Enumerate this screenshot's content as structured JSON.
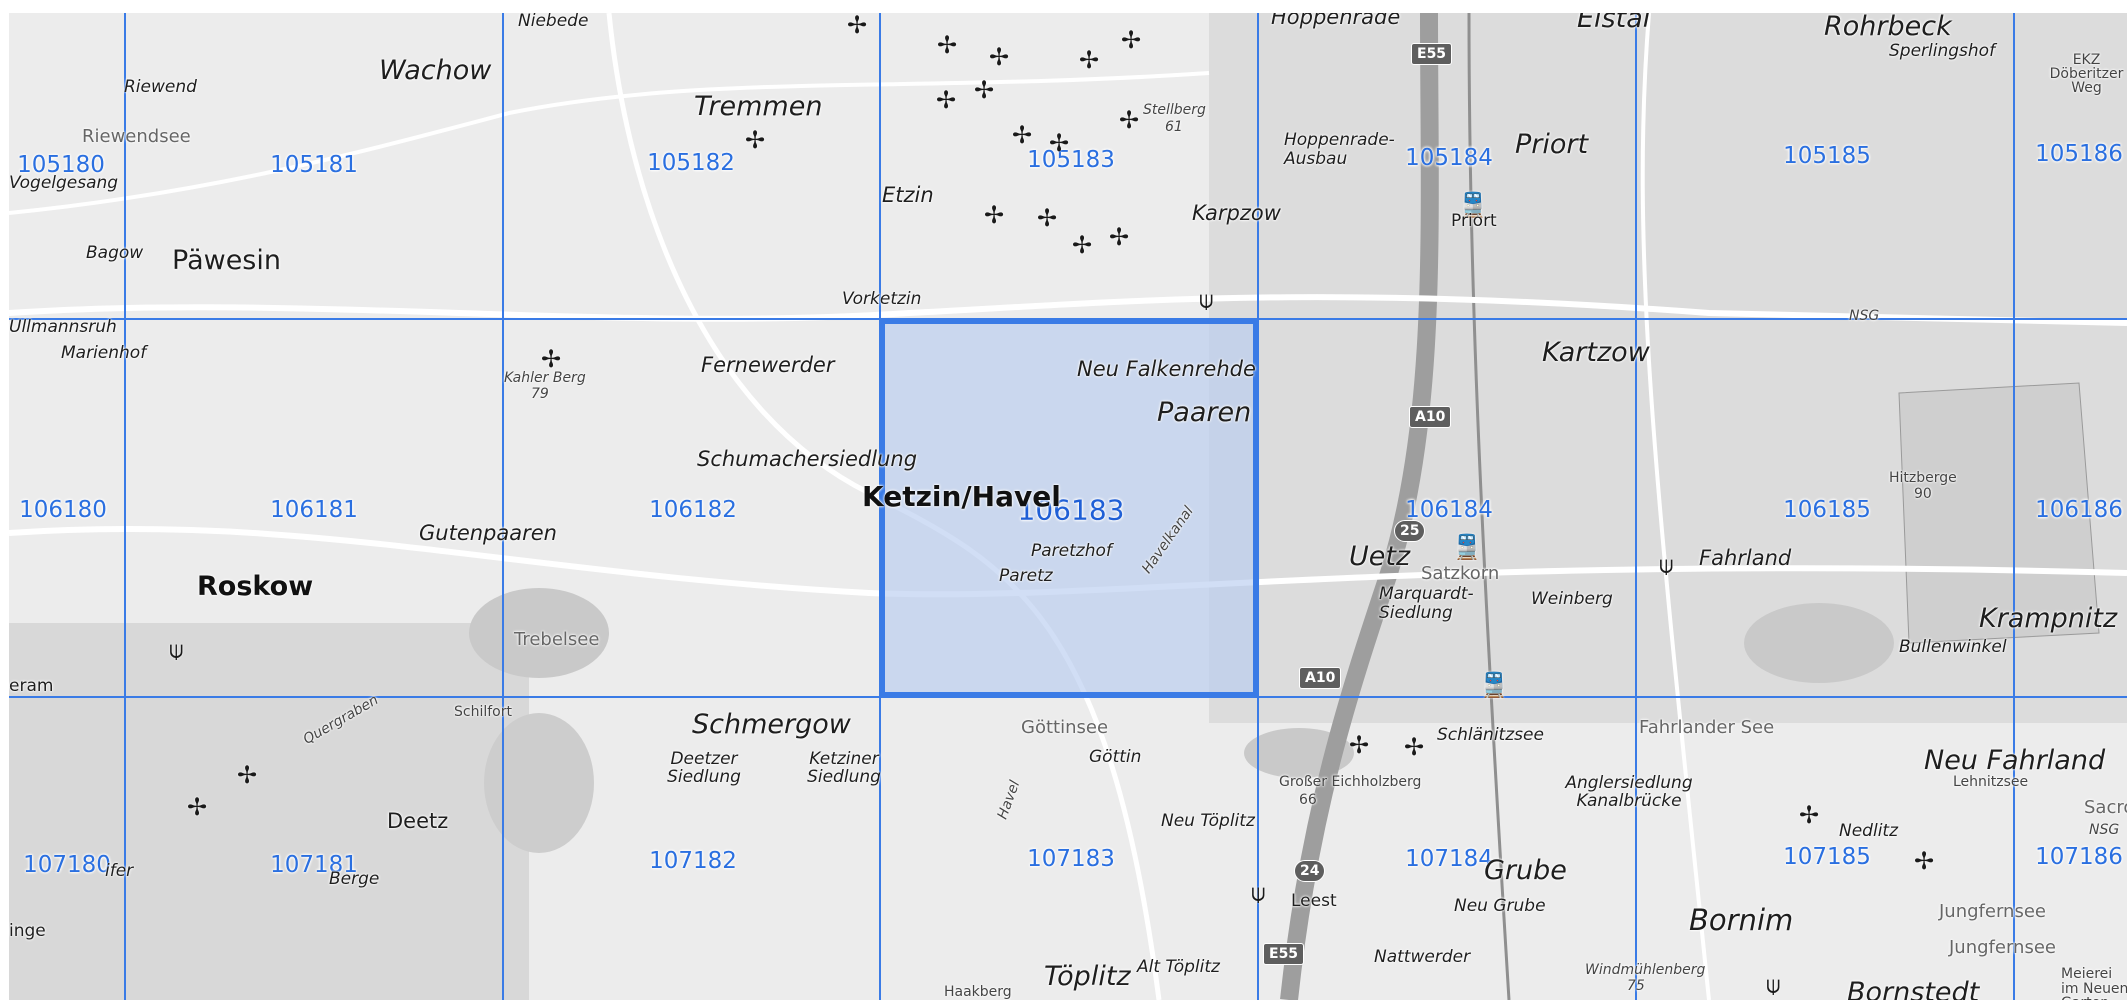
{
  "map": {
    "grid_columns": 6,
    "grid_rows": 3,
    "selected_tile": "106183",
    "colors": {
      "grid_line": "#3a7be6",
      "selected_fill": "#b8ccf0",
      "selected_border": "#3a7be6",
      "tile_label": "#2a6fe0",
      "background": "#ececec"
    },
    "tiles": [
      {
        "label": "105180",
        "row": 0,
        "col": -1
      },
      {
        "label": "105181",
        "row": 0,
        "col": 0
      },
      {
        "label": "105182",
        "row": 0,
        "col": 1
      },
      {
        "label": "105183",
        "row": 0,
        "col": 2
      },
      {
        "label": "105184",
        "row": 0,
        "col": 3
      },
      {
        "label": "105185",
        "row": 0,
        "col": 4
      },
      {
        "label": "105186",
        "row": 0,
        "col": 5
      },
      {
        "label": "106180",
        "row": 1,
        "col": -1
      },
      {
        "label": "106181",
        "row": 1,
        "col": 0
      },
      {
        "label": "106182",
        "row": 1,
        "col": 1
      },
      {
        "label": "106183",
        "row": 1,
        "col": 2
      },
      {
        "label": "106184",
        "row": 1,
        "col": 3
      },
      {
        "label": "106185",
        "row": 1,
        "col": 4
      },
      {
        "label": "106186",
        "row": 1,
        "col": 5
      },
      {
        "label": "107180",
        "row": 2,
        "col": -1
      },
      {
        "label": "107181",
        "row": 2,
        "col": 0
      },
      {
        "label": "107182",
        "row": 2,
        "col": 1
      },
      {
        "label": "107183",
        "row": 2,
        "col": 2
      },
      {
        "label": "107184",
        "row": 2,
        "col": 3
      },
      {
        "label": "107185",
        "row": 2,
        "col": 4
      },
      {
        "label": "107186",
        "row": 2,
        "col": 5
      }
    ],
    "places": {
      "niebede": "Niebede",
      "hoppenrade": "Hoppenrade",
      "elstal": "Elstal",
      "rohrbeck": "Rohrbeck",
      "sperlingshof": "Sperlingshof",
      "ekz": "EKZ Döberitzer Weg",
      "wachow": "Wachow",
      "riewend": "Riewend",
      "riewendsee": "Riewendsee",
      "tremmen": "Tremmen",
      "stellberg": "Stellberg",
      "stellberg_h": "61",
      "hoppenrade_ausbau": "Hoppenrade-Ausbau",
      "priort": "Priort",
      "priort_station": "Priort",
      "voegelsang": "Vogelgesang",
      "etzin": "Etzin",
      "karpzow": "Karpzow",
      "bagow": "Bagow",
      "paewesin": "Päwesin",
      "vorketzin": "Vorketzin",
      "mannsruh": "Ullmannsruh",
      "marienhof": "Marienhof",
      "fernewerder": "Fernewerder",
      "kahler_berg": "Kahler Berg",
      "kahler_berg_h": "79",
      "neu_falkenrehde": "Neu Falkenrehde",
      "paaren": "Paaren",
      "kartzow": "Kartzow",
      "nsg1": "NSG",
      "schumachersiedlung": "Schumachersiedlung",
      "ketzin": "Ketzin/Havel",
      "hitzberge": "Hitzberge",
      "hitzberge_h": "90",
      "gutenpaaren": "Gutenpaaren",
      "paretzhof": "Paretzhof",
      "paretz": "Paretz",
      "havelkanal": "Havelkanal",
      "uetz": "Uetz",
      "satzkorn": "Satzkorn",
      "fahrland": "Fahrland",
      "roskow": "Roskow",
      "marquardt": "Marquardt-Siedlung",
      "weinberg": "Weinberg",
      "krampnitz": "Krampnitz",
      "trebelsee": "Trebelsee",
      "bullenwinkel": "Bullenwinkel",
      "eram": "eram",
      "schilfort": "Schilfort",
      "schmergow": "Schmergow",
      "goettinsee": "Göttinsee",
      "schlaenitzsee": "Schlänitzsee",
      "fahrlander_see": "Fahrlander See",
      "deetzer_siedlung": "Deetzer Siedlung",
      "ketziner_siedlung": "Ketziner Siedlung",
      "goettin": "Göttin",
      "grosser_eichholzberg": "Großer Eichholzberg",
      "grosser_eichholzberg_h": "66",
      "anglersiedlung": "Anglersiedlung Kanalbrücke",
      "neu_fahrland": "Neu Fahrland",
      "lehnitzsee": "Lehnitzsee",
      "sacro": "Sacro",
      "nsg2": "NSG",
      "deetz": "Deetz",
      "neu_toeplitz": "Neu Töplitz",
      "nedlitz": "Nedlitz",
      "ifer": "ifer",
      "berge": "Berge",
      "grube": "Grube",
      "leest": "Leest",
      "neu_grube": "Neu Grube",
      "bornim": "Bornim",
      "jungfernsee1": "Jungfernsee",
      "inge": "inge",
      "jungfernsee2": "Jungfernsee",
      "nattwerder": "Nattwerder",
      "windmuehlenberg": "Windmühlenberg",
      "windmuehlenberg_h": "75",
      "toeplitz": "Töplitz",
      "alt_toeplitz": "Alt Töplitz",
      "haakberg": "Haakberg",
      "bornstedt": "Bornstedt",
      "meierei": "Meierei im Neuen Garten",
      "havel": "Havel",
      "quergraben": "Quergraben",
      "havelkanal_label": "Havelkanal"
    },
    "road_shields": {
      "e55_top": "E55",
      "a10_mid": "A10",
      "r25": "25",
      "a10_low": "A10",
      "r24": "24",
      "e55_bottom": "E55"
    }
  }
}
